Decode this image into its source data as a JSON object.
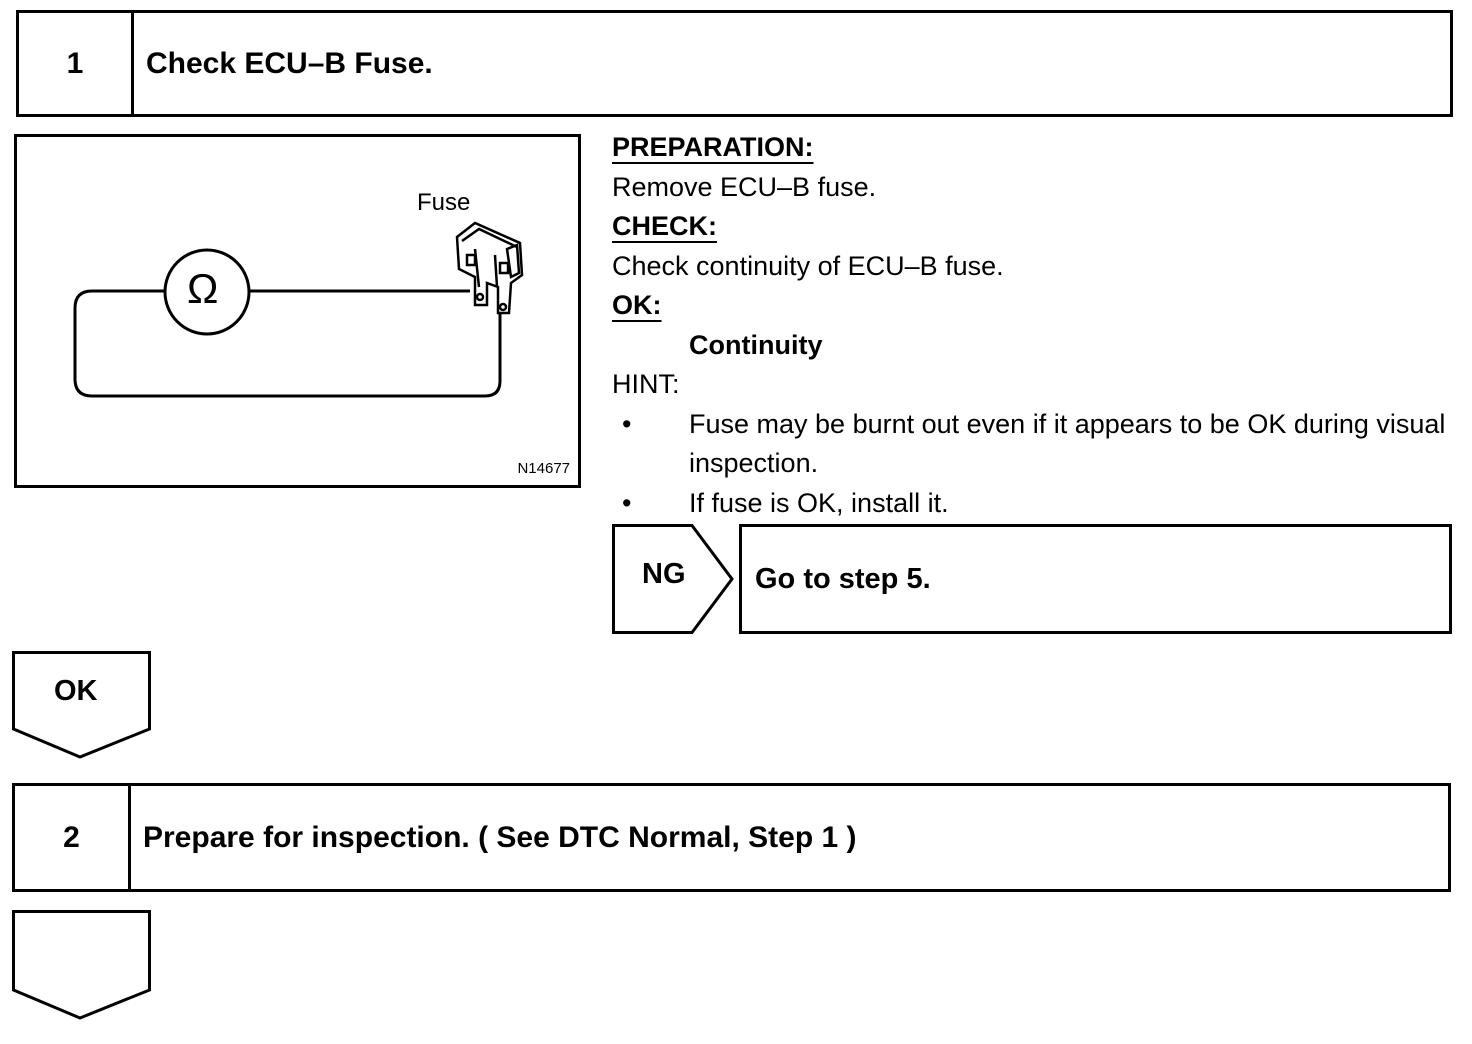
{
  "step1": {
    "number": "1",
    "title": "Check ECU–B Fuse."
  },
  "figure": {
    "fuse_label": "Fuse",
    "ohm_symbol": "Ω",
    "code": "N14677"
  },
  "instructions": {
    "preparation_heading": "PREPARATION:",
    "preparation_text": "Remove ECU–B fuse.",
    "check_heading": "CHECK:",
    "check_text": "Check continuity of ECU–B fuse.",
    "ok_heading": "OK:",
    "ok_text": "Continuity",
    "hint_heading": "HINT:",
    "hints": [
      "Fuse may be burnt out even if it appears to be OK during visual inspection.",
      "If fuse is OK, install it."
    ],
    "bullet_symbol": "•"
  },
  "ng": {
    "label": "NG",
    "action": "Go to step 5."
  },
  "ok_arrow": {
    "label": "OK"
  },
  "step2": {
    "number": "2",
    "title": "Prepare for inspection. ( See DTC Normal, Step 1 )"
  }
}
